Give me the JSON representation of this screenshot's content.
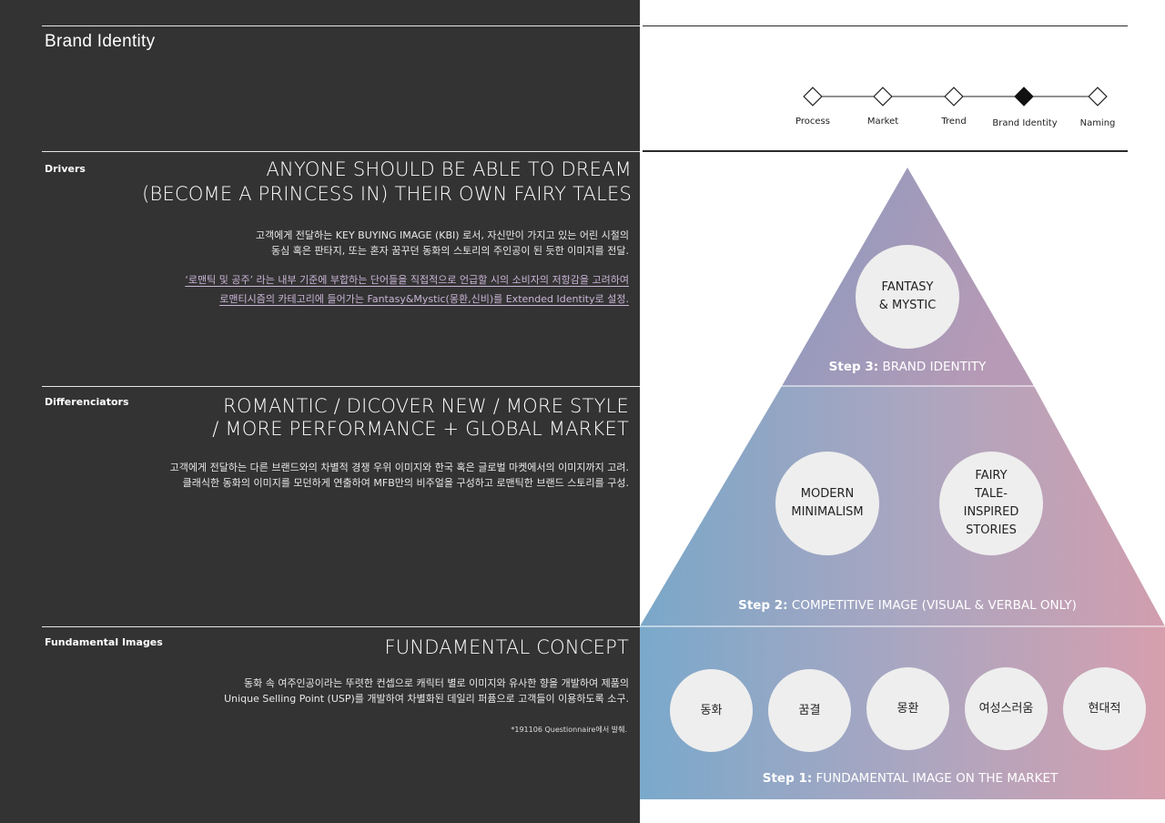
{
  "page_title": "Brand Identity",
  "nav": {
    "steps": [
      "Process",
      "Market",
      "Trend",
      "Brand Identity",
      "Naming"
    ],
    "active_index": 3
  },
  "sections": {
    "drivers": {
      "label": "Drivers",
      "headline": [
        "ANYONE SHOULD BE ABLE TO DREAM",
        "(BECOME A PRINCESS IN) THEIR OWN FAIRY TALES"
      ],
      "body": [
        "고객에게 전달하는  KEY BUYING IMAGE (KBI) 로서, 자신만이 가지고 있는 어린 시절의",
        "동심 혹은 판타지, 또는 혼자 꿈꾸던 동화의 스토리의 주인공이 된 듯한 이미지를 전달."
      ],
      "highlight": [
        "‘로맨틱 및 공주’ 라는 내부 기준에 부합하는 단어들을 직접적으로 언급할 시의 소비자의 저항감을 고려하여",
        "로맨티시즘의 카테고리에 들어가는 Fantasy&Mystic(몽환,신비)를 Extended Identity로 설정."
      ]
    },
    "differenciators": {
      "label": "Differenciators",
      "headline": [
        "ROMANTIC / DICOVER NEW / MORE STYLE",
        "/ MORE PERFORMANCE + GLOBAL MARKET"
      ],
      "body": [
        "고객에게 전달하는 다른 브랜드와의 차별적 경쟁 우위 이미지와 한국 혹은 글로벌 마켓에서의 이미지까지 고려.",
        "클래식한 동화의 이미지를 모던하게 연출하여 MFB만의 비주얼을 구성하고 로맨틱한 브랜드 스토리를 구성."
      ]
    },
    "fundamental": {
      "label": "Fundamental Images",
      "headline": [
        "FUNDAMENTAL CONCEPT"
      ],
      "body": [
        "동화 속 여주인공이라는 뚜렷한 컨셉으로 캐릭터 별로 이미지와 유사한 향을 개발하여 제품의",
        "Unique Selling Point (USP)를 개발하여 차별화된 데일리 퍼퓸으로 고객들이 이용하도록 소구."
      ],
      "footnote": "*191106 Questionnaire에서 발췌."
    }
  },
  "pyramid": {
    "step3": {
      "prefix": "Step 3:",
      "label": "BRAND IDENTITY",
      "circles": [
        [
          "FANTASY",
          "& MYSTIC"
        ]
      ]
    },
    "step2": {
      "prefix": "Step 2:",
      "label": "COMPETITIVE IMAGE (VISUAL & VERBAL ONLY)",
      "circles": [
        [
          "MODERN",
          "MINIMALISM"
        ],
        [
          "FAIRY",
          "TALE-",
          "INSPIRED",
          "STORIES"
        ]
      ]
    },
    "step1": {
      "prefix": "Step 1:",
      "label": "FUNDAMENTAL IMAGE ON THE MARKET",
      "circles": [
        [
          "동화"
        ],
        [
          "꿈결"
        ],
        [
          "몽환"
        ],
        [
          "여성스러움"
        ],
        [
          "현대적"
        ]
      ]
    },
    "colors": {
      "blue": "#7ba7c9",
      "pink": "#d19fae",
      "purple": "#9a8fb4"
    }
  }
}
